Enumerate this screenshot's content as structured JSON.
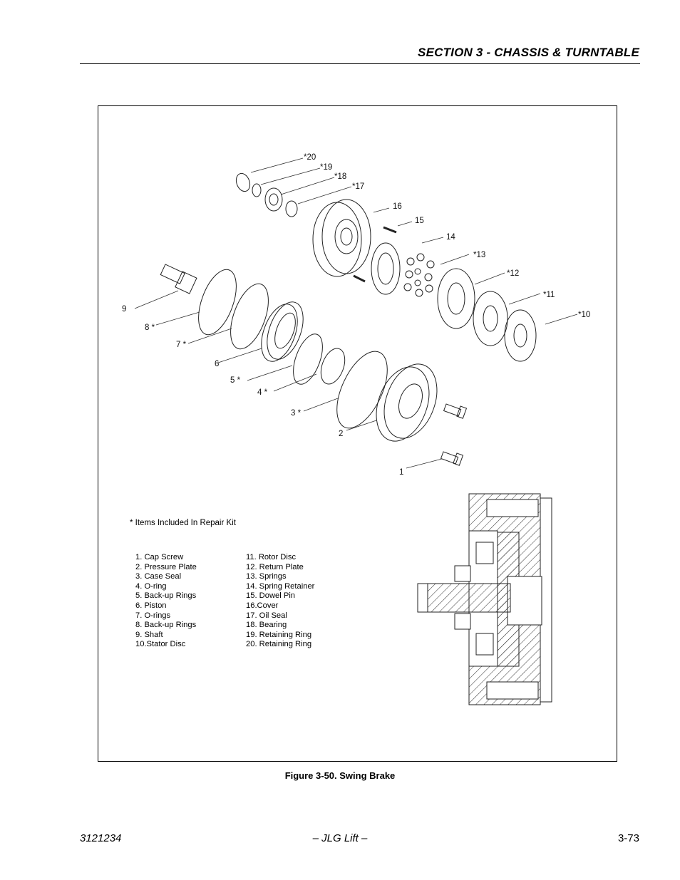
{
  "header": {
    "section_title": "SECTION 3 - CHASSIS & TURNTABLE"
  },
  "figure": {
    "callouts": {
      "c20": "*20",
      "c19": "*19",
      "c18": "*18",
      "c17": "*17",
      "c16": "16",
      "c15": "15",
      "c14": "14",
      "c13": "*13",
      "c12": "*12",
      "c11": "*11",
      "c10": "*10",
      "c9": "9",
      "c8": "8 *",
      "c7": "7 *",
      "c6": "6",
      "c5": "5 *",
      "c4": "4 *",
      "c3": "3 *",
      "c2": "2",
      "c1": "1"
    },
    "kit_note": "* Items Included In Repair Kit",
    "parts_left": [
      "1. Cap Screw",
      "2. Pressure Plate",
      "3. Case Seal",
      "4. O-ring",
      "5. Back-up Rings",
      "6. Piston",
      "7. O-rings",
      "8. Back-up Rings",
      "9. Shaft",
      "10.Stator Disc"
    ],
    "parts_right": [
      "11. Rotor Disc",
      "12. Return Plate",
      "13. Springs",
      "14. Spring Retainer",
      "15. Dowel Pin",
      "16.Cover",
      "17. Oil Seal",
      "18. Bearing",
      "19. Retaining Ring",
      "20. Retaining Ring"
    ],
    "caption": "Figure 3-50.  Swing Brake"
  },
  "footer": {
    "doc_number": "3121234",
    "brand": "– JLG Lift –",
    "page": "3-73"
  }
}
